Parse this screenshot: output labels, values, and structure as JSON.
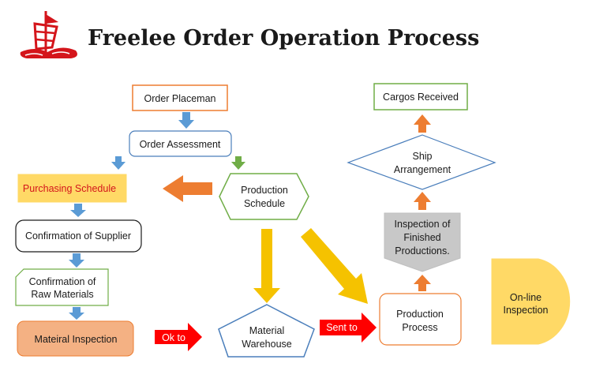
{
  "title": "Freelee Order Operation Process",
  "nodes": {
    "order_placeman": "Order Placeman",
    "order_assessment": "Order Assessment",
    "purchasing_schedule": "Purchasing Schedule",
    "production_schedule": [
      "Production",
      "Schedule"
    ],
    "confirmation_supplier": "Confirmation of Supplier",
    "confirmation_raw": [
      "Confirmation of",
      "Raw Materials"
    ],
    "material_inspection": "Mateiral Inspection",
    "material_warehouse": [
      "Material",
      "Warehouse"
    ],
    "production_process": [
      "Production",
      "Process"
    ],
    "inspection_finished": [
      "Inspection of",
      "Finished",
      "Productions."
    ],
    "ship_arrangement": [
      "Ship",
      "Arrangement"
    ],
    "cargos_received": "Cargos Received",
    "online_inspection": [
      "On-line",
      "Inspection"
    ]
  },
  "arrows": {
    "ok_to": "Ok to",
    "sent_to": "Sent to"
  },
  "colors": {
    "orange_border": "#ed7d31",
    "blue_border": "#4a7ebb",
    "green_border": "#70ad47",
    "blue_arrow": "#5b9bd5",
    "green_arrow": "#70ad47",
    "orange_arrow": "#ed7d31",
    "yellow_arrow": "#f5c200",
    "red_arrow": "#ff0000",
    "purchasing_fill": "#ffd966",
    "inspection_fill": "#f4b183",
    "finished_fill": "#c8c8c8",
    "online_fill": "#ffd966",
    "title_red": "#d4151b"
  }
}
